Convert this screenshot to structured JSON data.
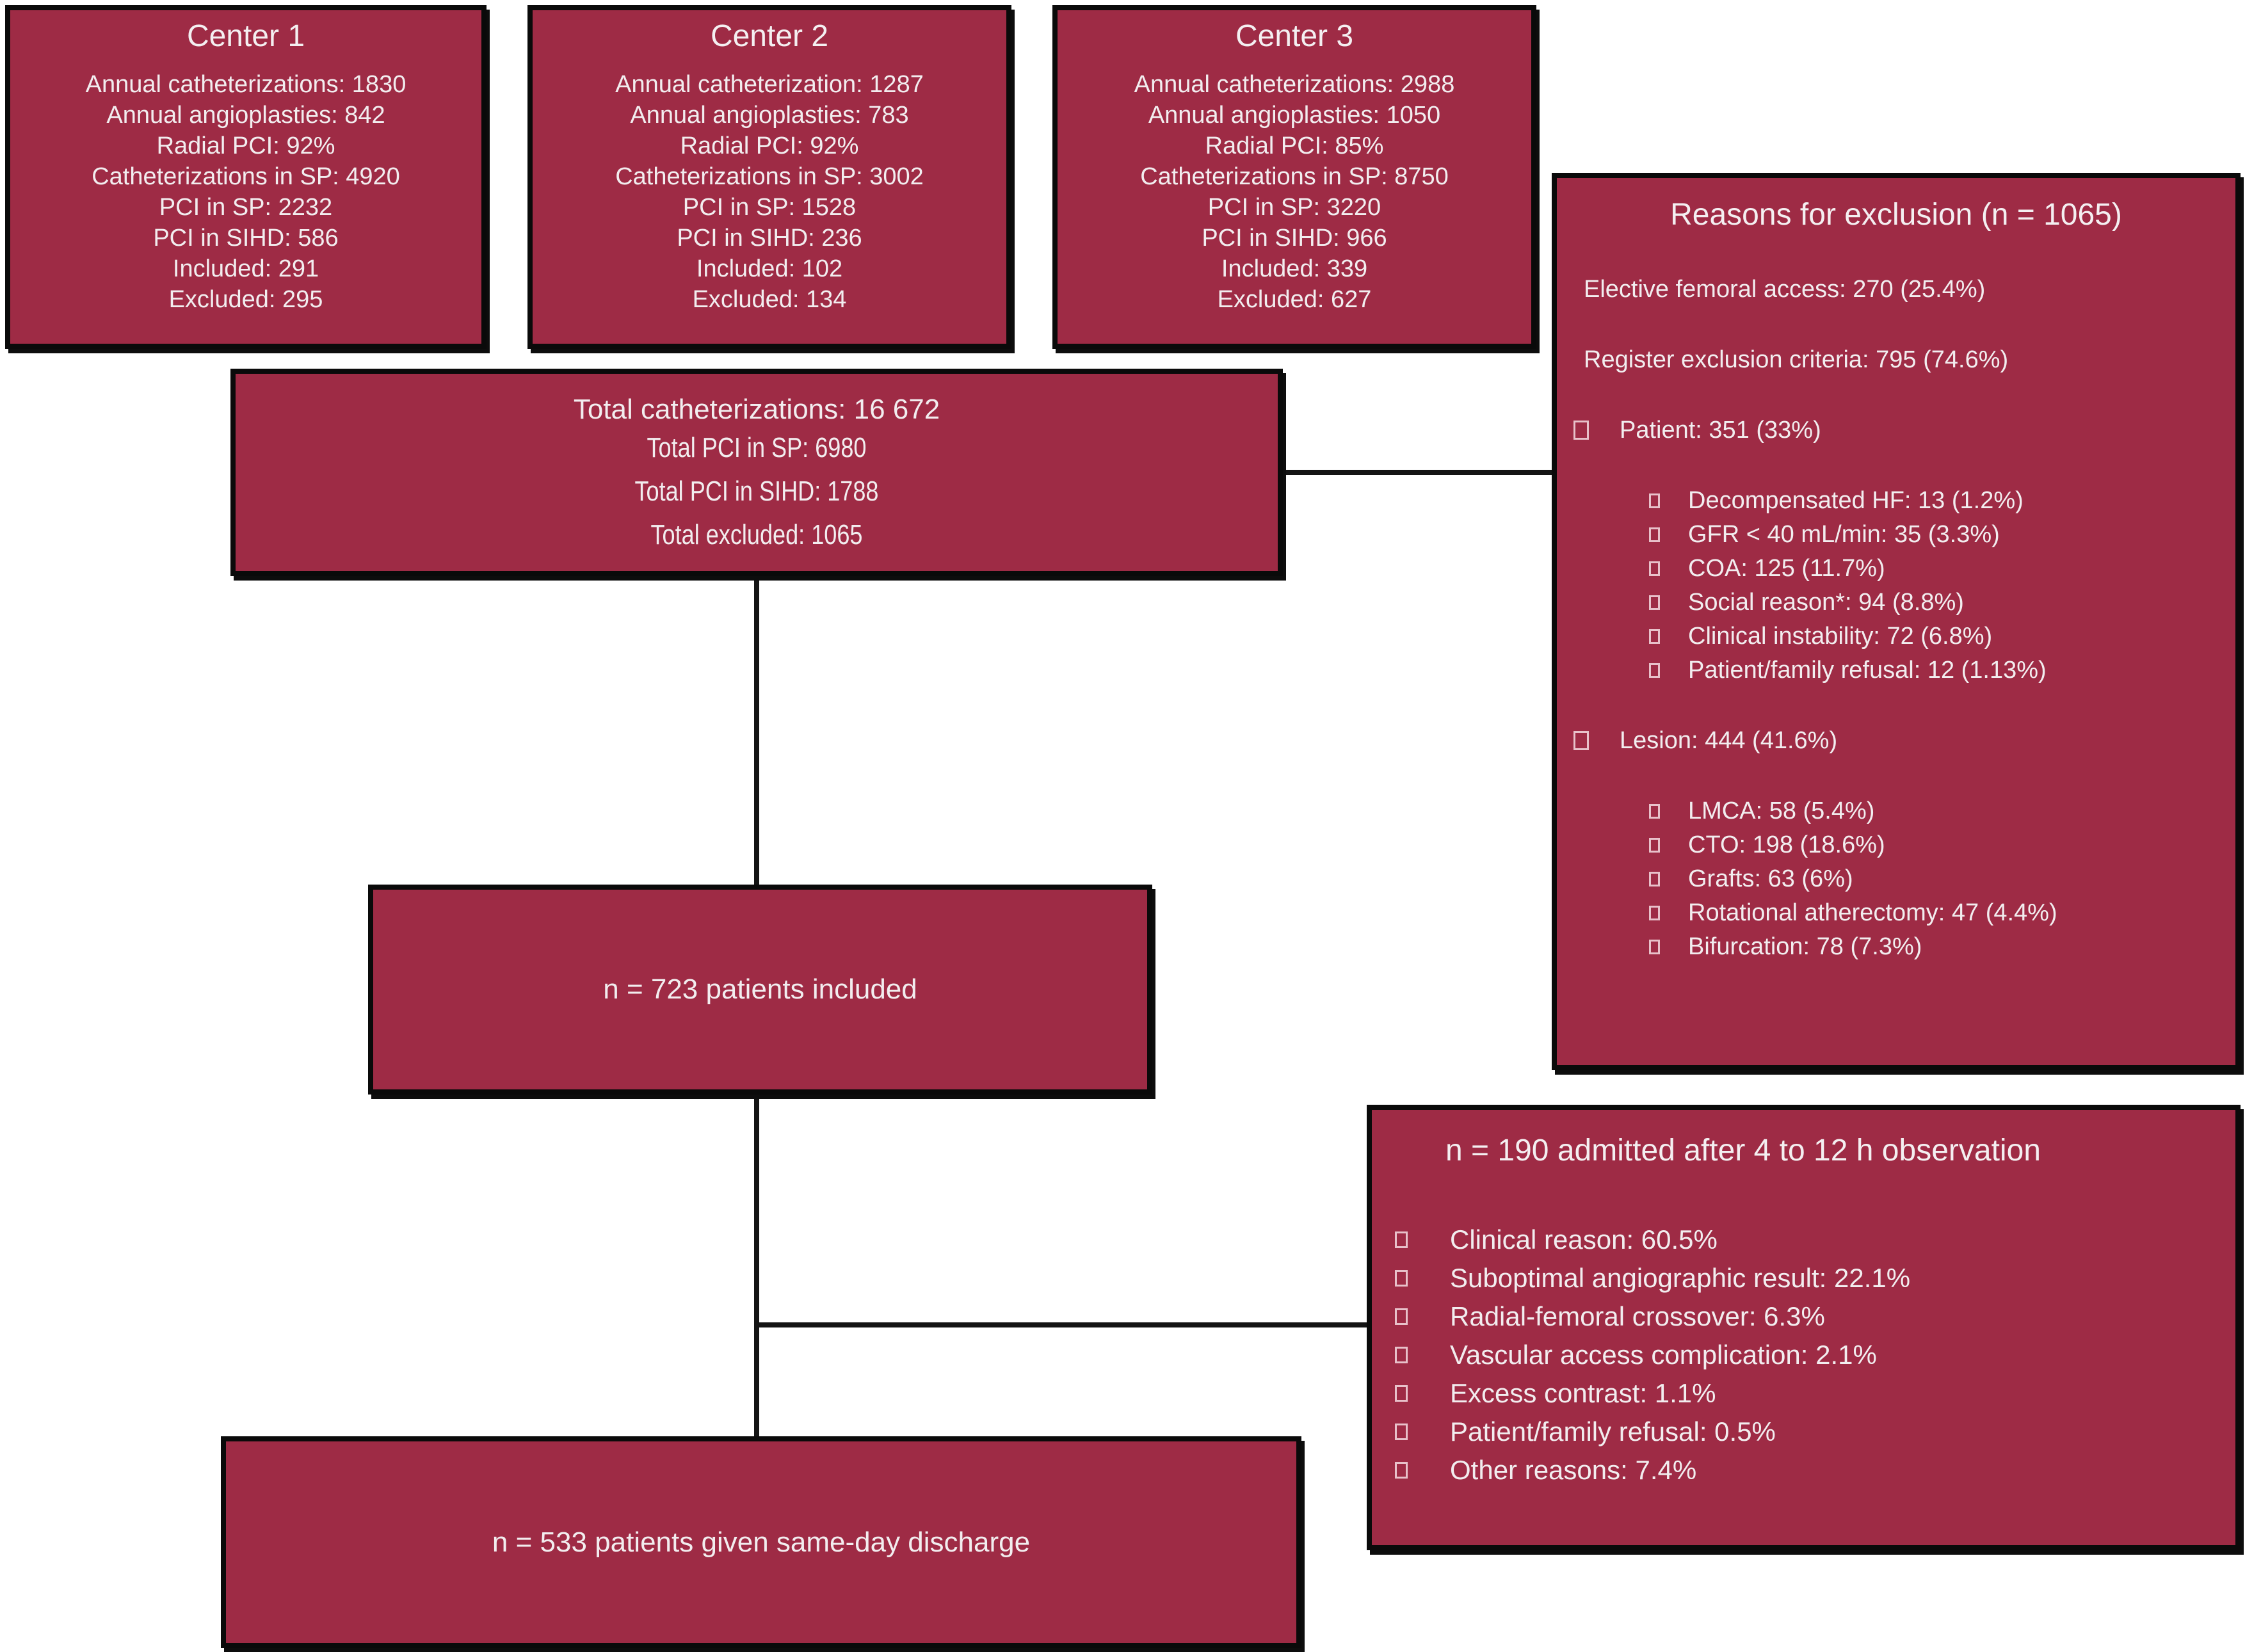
{
  "colors": {
    "box_fill": "#9E2B45",
    "box_border": "#0A0A0A",
    "text": "#F2EDEF",
    "connector": "#141414",
    "bullet_outline": "#F2D6DD",
    "background": "#FFFFFF"
  },
  "centers": [
    {
      "title": "Center 1",
      "lines": [
        "Annual catheterizations: 1830",
        "Annual angioplasties: 842",
        "Radial PCI: 92%",
        "Catheterizations in SP: 4920",
        "PCI in SP: 2232",
        "PCI in SIHD: 586",
        "Included: 291",
        "Excluded: 295"
      ]
    },
    {
      "title": "Center 2",
      "lines": [
        "Annual catheterization: 1287",
        "Annual angioplasties: 783",
        "Radial PCI: 92%",
        "Catheterizations in SP: 3002",
        "PCI in SP: 1528",
        "PCI in SIHD: 236",
        "Included: 102",
        "Excluded: 134"
      ]
    },
    {
      "title": "Center 3",
      "lines": [
        "Annual catheterizations: 2988",
        "Annual angioplasties: 1050",
        "Radial PCI: 85%",
        "Catheterizations in SP: 8750",
        "PCI in SP: 3220",
        "PCI in SIHD: 966",
        "Included: 339",
        "Excluded: 627"
      ]
    }
  ],
  "total_box": {
    "title": "Total catheterizations: 16 672",
    "lines": [
      "Total PCI in SP: 6980",
      "Total PCI in SIHD: 1788",
      "Total excluded: 1065"
    ]
  },
  "exclusion_box": {
    "title": "Reasons for exclusion (n = 1065)",
    "items": [
      {
        "level": 0,
        "text": "Elective femoral access: 270 (25.4%)"
      },
      {
        "level": 0,
        "text": "Register exclusion criteria: 795 (74.6%)"
      },
      {
        "level": 1,
        "text": "Patient: 351 (33%)"
      },
      {
        "level": 2,
        "text": "Decompensated HF: 13 (1.2%)"
      },
      {
        "level": 2,
        "text": "GFR < 40 mL/min: 35 (3.3%)"
      },
      {
        "level": 2,
        "text": "COA: 125 (11.7%)"
      },
      {
        "level": 2,
        "text": "Social reason*: 94 (8.8%)"
      },
      {
        "level": 2,
        "text": "Clinical instability: 72 (6.8%)"
      },
      {
        "level": 2,
        "text": "Patient/family refusal: 12 (1.13%)"
      },
      {
        "level": 1,
        "text": "Lesion: 444 (41.6%)"
      },
      {
        "level": 2,
        "text": "LMCA: 58 (5.4%)"
      },
      {
        "level": 2,
        "text": "CTO: 198 (18.6%)"
      },
      {
        "level": 2,
        "text": "Grafts: 63 (6%)"
      },
      {
        "level": 2,
        "text": "Rotational atherectomy: 47 (4.4%)"
      },
      {
        "level": 2,
        "text": "Bifurcation: 78 (7.3%)"
      }
    ]
  },
  "included_box": {
    "label": "n = 723 patients included"
  },
  "observation_box": {
    "title": "n = 190 admitted after 4 to 12 h observation",
    "items": [
      "Clinical reason: 60.5%",
      "Suboptimal angiographic result: 22.1%",
      "Radial-femoral crossover: 6.3%",
      "Vascular access complication: 2.1%",
      "Excess contrast: 1.1%",
      "Patient/family refusal: 0.5%",
      "Other reasons: 7.4%"
    ]
  },
  "discharge_box": {
    "label": "n = 533 patients given same-day discharge"
  }
}
